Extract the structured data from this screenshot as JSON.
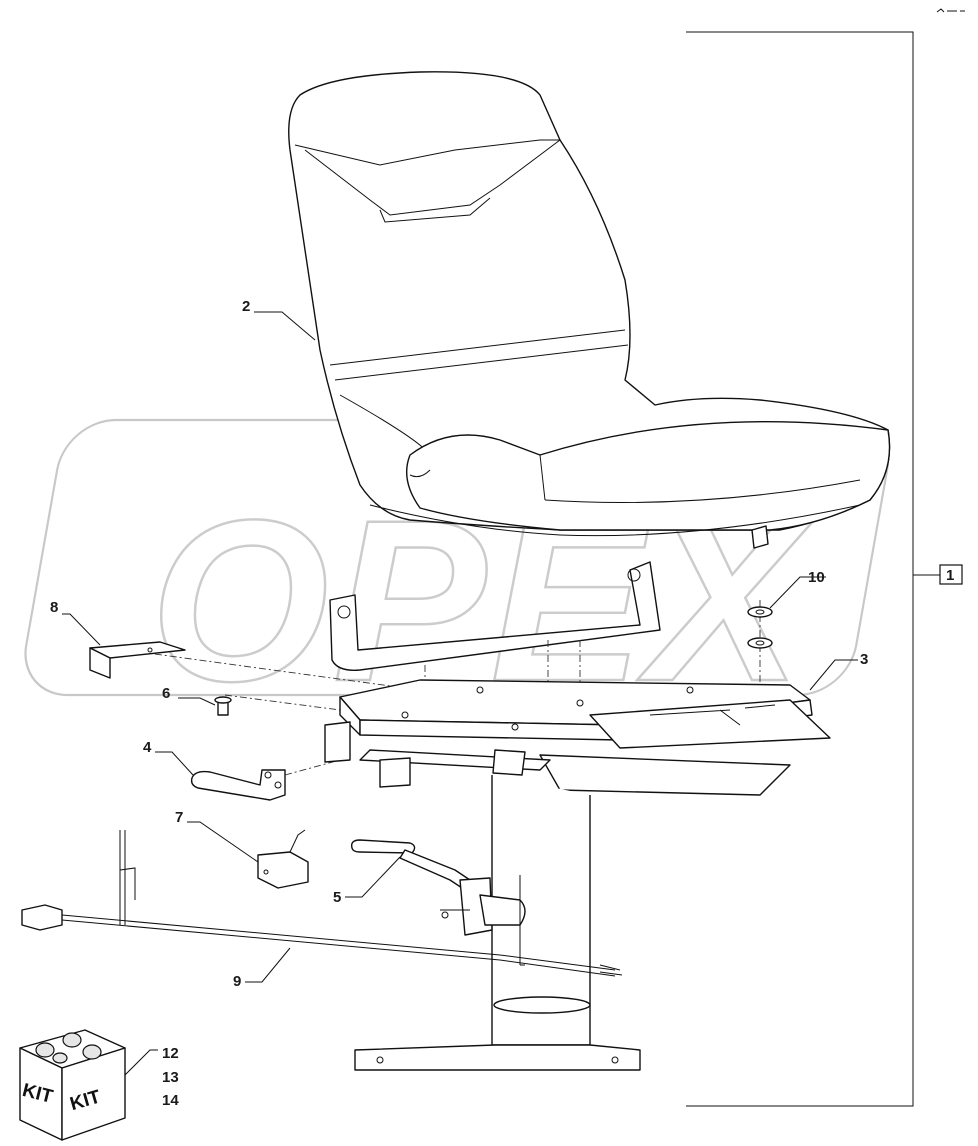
{
  "watermark": {
    "text": "OPEX"
  },
  "callouts": {
    "c1": "1",
    "c2": "2",
    "c3": "3",
    "c4": "4",
    "c5": "5",
    "c6": "6",
    "c7": "7",
    "c8": "8",
    "c9": "9",
    "c10": "10",
    "c12": "12",
    "c13": "13",
    "c14": "14"
  },
  "kit_box": {
    "label_left": "KIT",
    "label_right": "KIT"
  }
}
